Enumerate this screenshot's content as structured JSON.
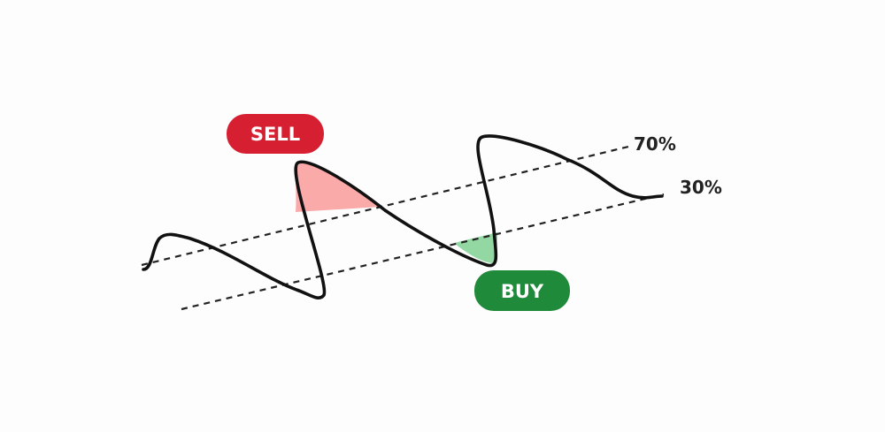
{
  "diagram": {
    "sell_label": "SELL",
    "buy_label": "BUY",
    "upper_level_label": "70%",
    "lower_level_label": "30%",
    "colors": {
      "sell_badge": "#d71f32",
      "sell_zone": "#f9aaa9",
      "buy_badge": "#1f8a3a",
      "buy_zone": "#93d8a3",
      "line": "#111111",
      "dashed": "#222222"
    }
  }
}
